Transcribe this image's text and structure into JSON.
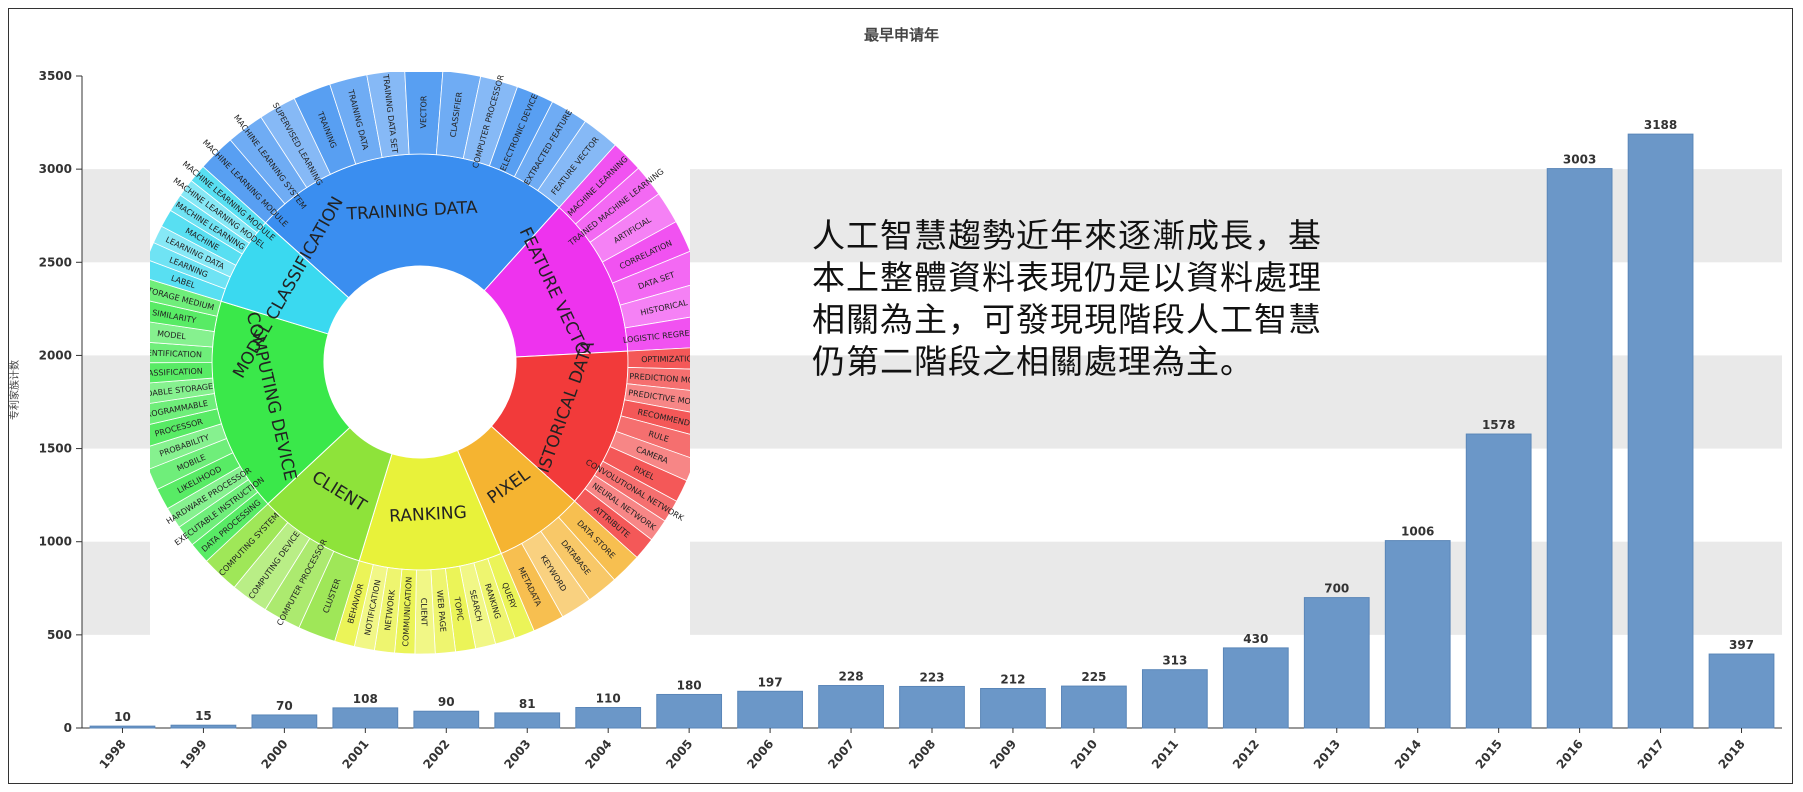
{
  "chart_data": {
    "type": "bar",
    "title": "最早申请年",
    "ylabel": "专利家族计数",
    "xlabel": "",
    "ylim": [
      0,
      3500
    ],
    "yticks": [
      0,
      500,
      1000,
      1500,
      2000,
      2500,
      3000,
      3500
    ],
    "grid": true,
    "categories": [
      "1998",
      "1999",
      "2000",
      "2001",
      "2002",
      "2003",
      "2004",
      "2005",
      "2006",
      "2007",
      "2008",
      "2009",
      "2010",
      "2011",
      "2012",
      "2013",
      "2014",
      "2015",
      "2016",
      "2017",
      "2018"
    ],
    "values": [
      10,
      15,
      70,
      108,
      90,
      81,
      110,
      180,
      197,
      228,
      223,
      212,
      225,
      313,
      430,
      700,
      1006,
      1578,
      3003,
      3188,
      397
    ],
    "bar_color": "#6b97c8"
  },
  "note_lines": [
    "人工智慧趨勢近年來逐漸成長，基",
    "本上整體資料表現仍是以資料處理",
    "相關為主，可發現現階段人工智慧",
    "仍第二階段之相關處理為主。"
  ],
  "sunburst": {
    "inner": [
      {
        "label": "TRAINING DATA",
        "color": "#3a8ef0"
      },
      {
        "label": "FEATURE VECTOR",
        "color": "#ee33ee"
      },
      {
        "label": "HISTORICAL DATA",
        "color": "#f23a3a"
      },
      {
        "label": "PIXEL",
        "color": "#f5b431"
      },
      {
        "label": "RANKING",
        "color": "#e8f23a"
      },
      {
        "label": "CLIENT",
        "color": "#8ee33a"
      },
      {
        "label": "COMPUTING DEVICE",
        "color": "#3ae84a"
      },
      {
        "label": "MODEL CLASSIFICATION",
        "color": "#3ad9f0"
      }
    ],
    "outer_labels": [
      "MACHINE LEARNING MODULE",
      "MACHINE LEARNING SYSTEM",
      "SUPERVISED LEARNING",
      "TRAINING",
      "TRAINING DATA",
      "TRAINING DATA SET",
      "VECTOR",
      "CLASSIFIER",
      "COMPUTER PROCESSOR",
      "ELECTRONIC DEVICE",
      "EXTRACTED FEATURE",
      "FEATURE VECTOR",
      "MACHINE LEARNING",
      "TRAINED MACHINE LEARNING",
      "ARTIFICIAL",
      "CORRELATION",
      "DATA SET",
      "HISTORICAL",
      "LOGISTIC REGRESSION",
      "OPTIMIZATION",
      "PREDICTION MODEL",
      "PREDICTIVE MODEL",
      "RECOMMEND",
      "RULE",
      "CAMERA",
      "PIXEL",
      "CONVOLUTIONAL NETWORK",
      "NEURAL NETWORK",
      "ATTRIBUTE",
      "DATA STORE",
      "DATABASE",
      "KEYWORD",
      "METADATA",
      "QUERY",
      "RANKING",
      "SEARCH",
      "TOPIC",
      "WEB PAGE",
      "CLIENT",
      "COMMUNICATION",
      "NETWORK",
      "NOTIFICATION",
      "BEHAVIOR",
      "CLUSTER",
      "COMPUTER PROCESSOR",
      "COMPUTING DEVICE",
      "COMPUTING SYSTEM",
      "DATA PROCESSING",
      "EXECUTABLE INSTRUCTION",
      "HARDWARE PROCESSOR",
      "LIKELIHOOD",
      "MOBILE",
      "PROBABILITY",
      "PROCESSOR",
      "PROGRAMMABLE",
      "READABLE STORAGE",
      "CLASSIFICATION",
      "IDENTIFICATION",
      "MODEL",
      "SIMILARITY",
      "STORAGE MEDIUM",
      "LABEL",
      "LEARNING",
      "LEARNING DATA",
      "MACHINE",
      "MACHINE LEARNING",
      "MACHINE LEARNING MODEL"
    ]
  }
}
